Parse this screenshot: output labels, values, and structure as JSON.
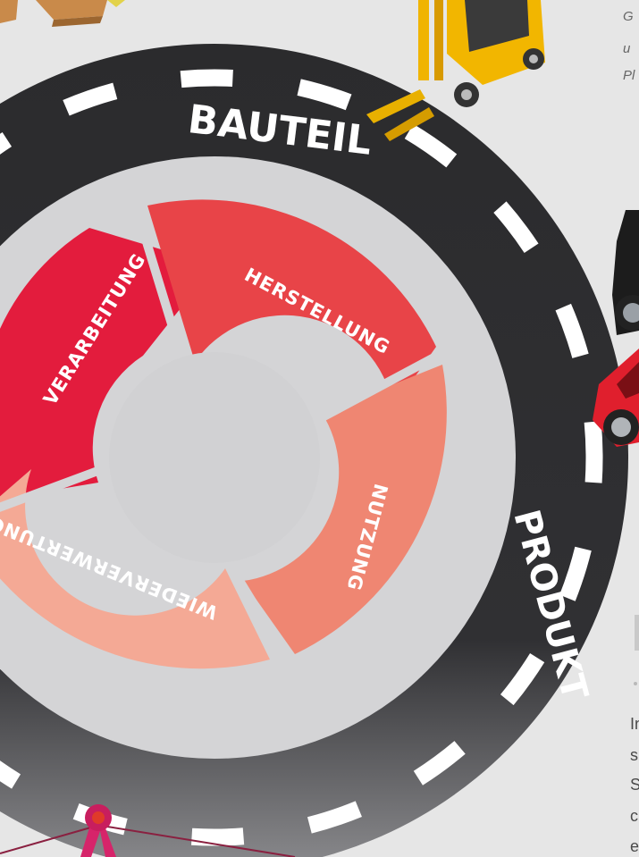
{
  "road_labels": {
    "top": "BAUTEIL",
    "right": "PRODUKT"
  },
  "cycle_segments": [
    {
      "label": "VERARBEITUNG",
      "color": "#e31c3d"
    },
    {
      "label": "HERSTELLUNG",
      "color": "#e84448"
    },
    {
      "label": "NUTZUNG",
      "color": "#ef8672"
    },
    {
      "label": "WIEDERVERWERTUNG",
      "color": "#f4a995"
    }
  ],
  "top_right_text": [
    "G",
    "u",
    "Pl"
  ],
  "bottom_right_text": [
    "In",
    "s",
    "S",
    "c",
    "e"
  ],
  "colors": {
    "background": "#e6e6e6",
    "road": "#2b2b2d",
    "inner_ring": "#d4d4d6",
    "hub": "#d1d1d3"
  },
  "icons": [
    "forklift-icon",
    "pallet-icon",
    "black-car-icon",
    "red-car-icon",
    "map-pin-icon"
  ]
}
